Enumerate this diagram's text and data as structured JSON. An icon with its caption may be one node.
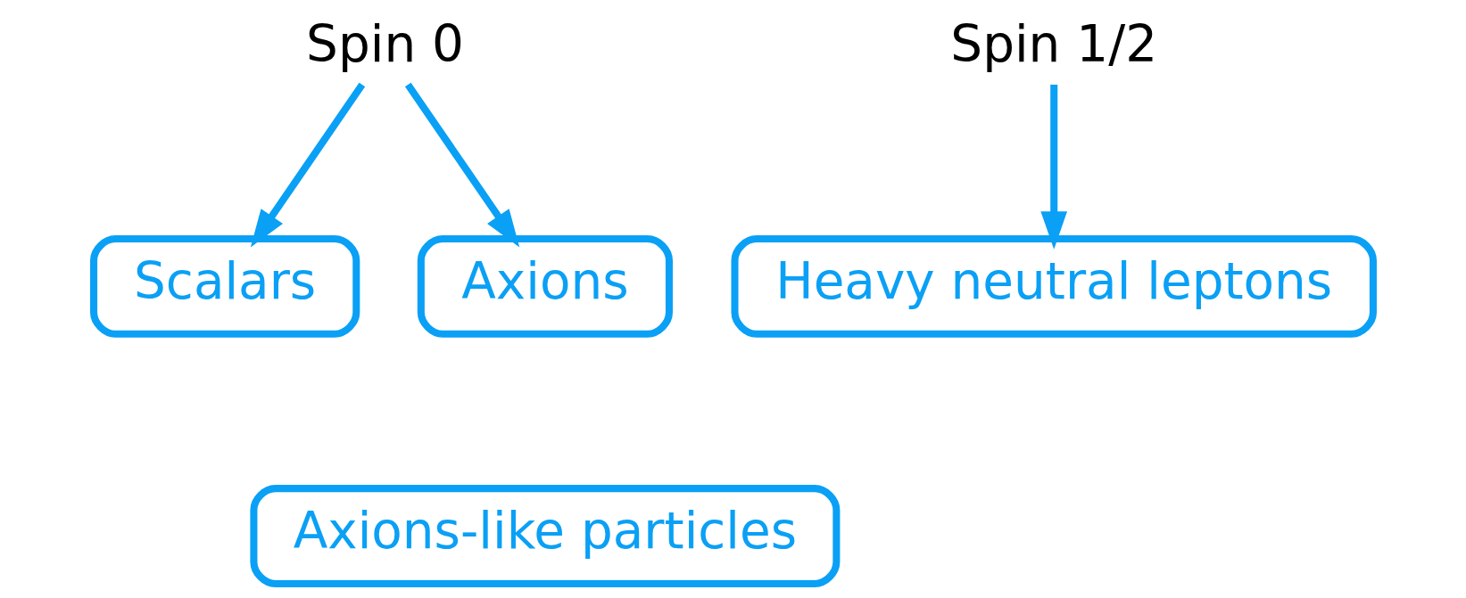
{
  "diagram": {
    "nodes": [
      {
        "text": [
          "Spin 0"
        ]
      },
      {
        "text": [
          "Spin 1/2"
        ]
      },
      {
        "text": [
          "Scalars"
        ]
      },
      {
        "text": [
          "Axions"
        ]
      },
      {
        "text": [
          "Heavy neutral leptons"
        ]
      },
      {
        "text": [
          "Axions-like particles"
        ]
      }
    ],
    "edges": [
      {
        "from": 0,
        "to": 2,
        "arrow": "to"
      },
      {
        "from": 0,
        "to": 3,
        "arrow": "to"
      },
      {
        "from": 1,
        "to": 4,
        "arrow": "to"
      }
    ]
  }
}
